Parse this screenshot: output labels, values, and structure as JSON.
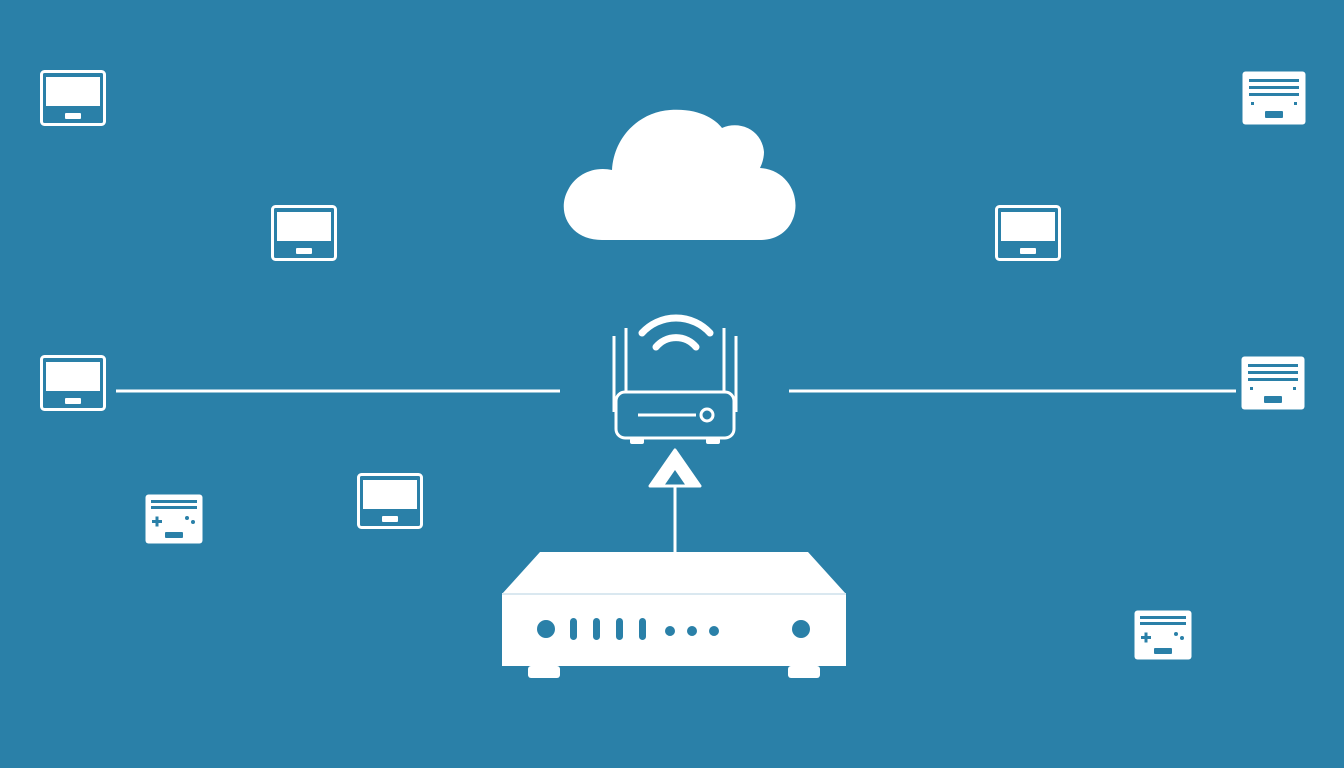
{
  "colors": {
    "background": "#2A80A8",
    "foreground": "#FFFFFF"
  },
  "diagram": {
    "type": "home-network",
    "nodes": [
      {
        "id": "internet",
        "icon": "cloud-icon"
      },
      {
        "id": "wifi-router",
        "icon": "wifi-router-icon"
      },
      {
        "id": "modem",
        "icon": "modem-icon"
      },
      {
        "id": "monitor-top-left",
        "icon": "monitor-icon"
      },
      {
        "id": "monitor-upper-left",
        "icon": "monitor-icon"
      },
      {
        "id": "monitor-mid-left",
        "icon": "monitor-icon"
      },
      {
        "id": "monitor-lower-left",
        "icon": "monitor-icon"
      },
      {
        "id": "game-console-left",
        "icon": "game-console-icon"
      },
      {
        "id": "console-top-right",
        "icon": "console-icon"
      },
      {
        "id": "monitor-upper-right",
        "icon": "monitor-icon"
      },
      {
        "id": "console-mid-right",
        "icon": "console-icon"
      },
      {
        "id": "game-console-bottom-right",
        "icon": "game-console-icon"
      }
    ],
    "connections": [
      {
        "from": "modem",
        "to": "wifi-router",
        "style": "arrow"
      },
      {
        "from": "wifi-router",
        "to": "monitor-mid-left",
        "style": "line"
      },
      {
        "from": "wifi-router",
        "to": "console-mid-right",
        "style": "line"
      }
    ]
  }
}
